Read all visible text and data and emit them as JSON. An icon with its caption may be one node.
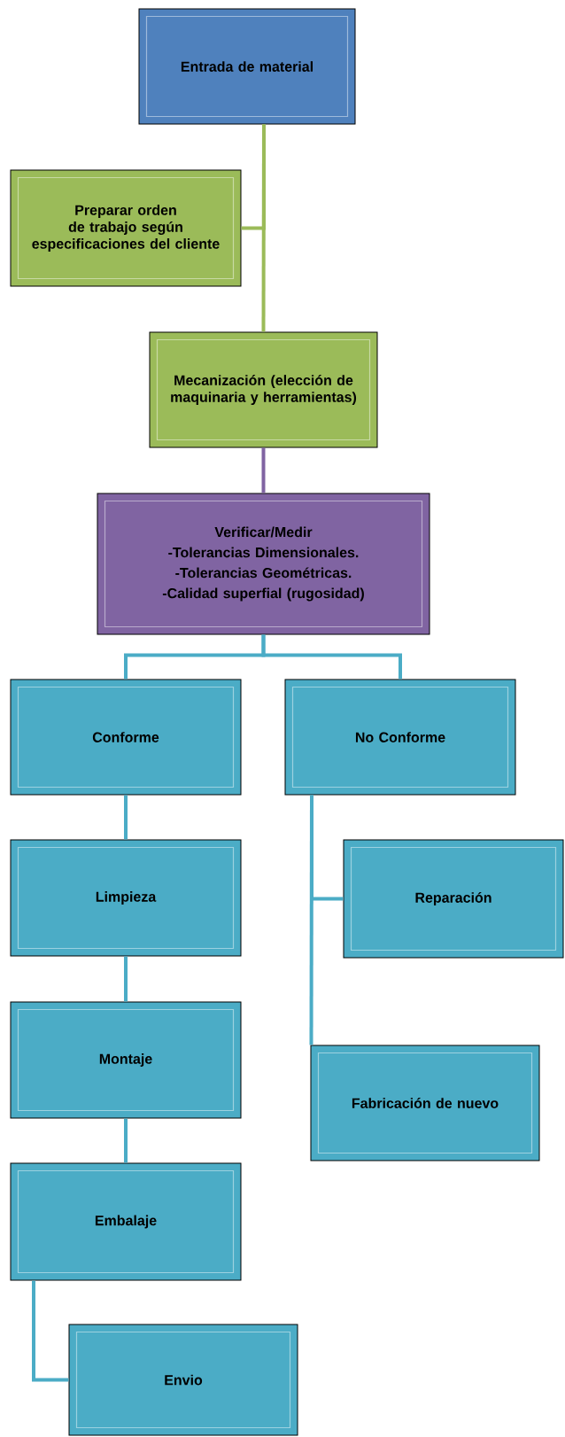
{
  "diagram": {
    "nodes": [
      {
        "text": [
          "Entrada de material"
        ]
      },
      {
        "text": [
          "Preparar orden de trabajo según especificaciones del cliente"
        ]
      },
      {
        "text": [
          "Mecanización (elección de maquinaria y herramientas)"
        ]
      },
      {
        "text": [
          "Verificar/Medir",
          "-Tolerancias Dimensionales.",
          "-Tolerancias Geométricas.",
          "-Calidad superfial (rugosidad)"
        ]
      },
      {
        "text": [
          "Conforme"
        ]
      },
      {
        "text": [
          "No Conforme"
        ]
      },
      {
        "text": [
          "Reparación"
        ]
      },
      {
        "text": [
          "Fabricación de nuevo"
        ]
      },
      {
        "text": [
          "Limpieza"
        ]
      },
      {
        "text": [
          "Montaje"
        ]
      },
      {
        "text": [
          "Embalaje"
        ]
      },
      {
        "text": [
          "Envio"
        ]
      }
    ],
    "edges": [
      {
        "from": 0,
        "to": 1,
        "arrow": "none",
        "color": "#9bbb59"
      },
      {
        "from": 0,
        "to": 2,
        "arrow": "none",
        "color": "#9bbb59"
      },
      {
        "from": 2,
        "to": 3,
        "arrow": "none",
        "color": "#8064a2"
      },
      {
        "from": 3,
        "to": 4,
        "arrow": "none"
      },
      {
        "from": 3,
        "to": 5,
        "arrow": "none"
      },
      {
        "from": 5,
        "to": 6,
        "arrow": "none"
      },
      {
        "from": 5,
        "to": 7,
        "arrow": "none"
      },
      {
        "from": 4,
        "to": 8,
        "arrow": "none"
      },
      {
        "from": 8,
        "to": 9,
        "arrow": "none"
      },
      {
        "from": 9,
        "to": 10,
        "arrow": "none"
      },
      {
        "from": 10,
        "to": 11,
        "arrow": "none"
      }
    ]
  }
}
